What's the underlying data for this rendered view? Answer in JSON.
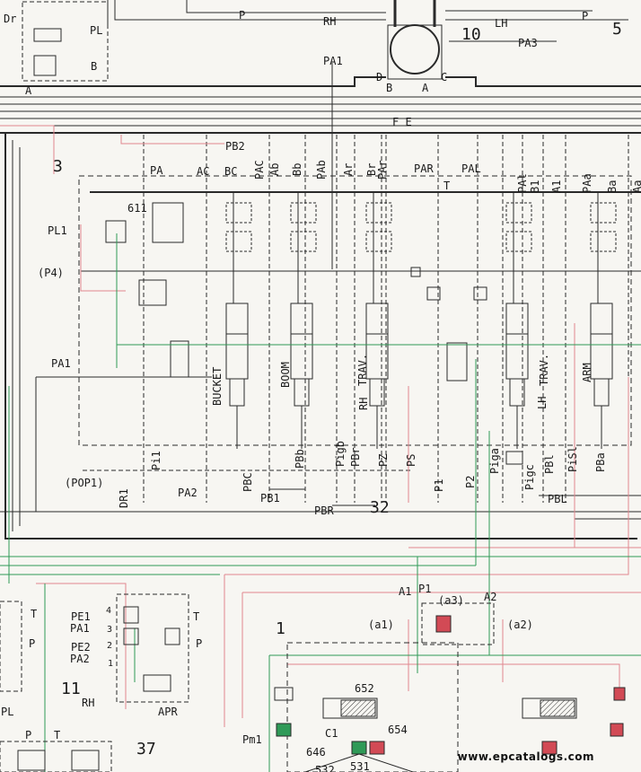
{
  "diagram": {
    "colors": {
      "black": "#2a2a2a",
      "red": "#e0878f",
      "green": "#2f9a57"
    },
    "section_labels": {
      "dr": "Dr",
      "p_top_left": "P",
      "rh_top": "RH",
      "lh_top": "LH",
      "p_top_right": "P",
      "swivel_id": "10",
      "callout_5": "5",
      "pl_top": "PL",
      "a_top": "A",
      "b_top": "B",
      "pa1_top": "PA1",
      "pa3": "PA3",
      "port_d": "D",
      "port_b": "B",
      "port_a": "A",
      "port_c": "C",
      "fe": "F E",
      "callout_3": "3",
      "pb2": "PB2",
      "pa": "PA",
      "ac": "AC",
      "bc": "BC",
      "pac": "PAC",
      "ab": "Ab",
      "bb": "Bb",
      "pab": "PAb",
      "ar": "Ar",
      "br": "Br",
      "par_v": "PAr",
      "par": "PAR",
      "pal": "PAL",
      "t_mid": "T",
      "pal_v": "PAl",
      "b1": "B1",
      "a1_v": "A1",
      "pal2": "PAa",
      "ba": "Ba",
      "aa": "Aa",
      "pl1": "PL1",
      "valve_611": "611",
      "p4": "(P4)",
      "pa1_left": "PA1",
      "pop1": "(POP1)",
      "bucket": "BUCKET",
      "boom": "BOOM",
      "trav_r": "TRAV.",
      "rh_v": "RH",
      "trav_l": "TRAV.",
      "lh_v": "LH",
      "arm": "ARM",
      "pi1": "Pi1",
      "dr1": "DR1",
      "pbc": "PBC",
      "pa2": "PA2",
      "pbb": "PBb",
      "pb1": "PB1",
      "pigb": "Pigb",
      "pbr": "PBr",
      "pz": "PZ",
      "ps": "PS",
      "p1": "P1",
      "p2": "P2",
      "piga": "Piga",
      "pigc": "Pigc",
      "pbl_v": "PBl",
      "pisl": "PiSl",
      "pba": "PBa",
      "pbr2": "PBR",
      "callout_32": "32",
      "pbl": "PBL",
      "a1": "A1",
      "p1b": "P1",
      "a3": "(a3)",
      "a2": "A2",
      "a1p": "(a1)",
      "a2p": "(a2)",
      "pe1": "PE1",
      "pa1b": "PA1",
      "pe2": "PE2",
      "pa2b": "PA2",
      "n4": "4",
      "n3": "3",
      "n2": "2",
      "n1": "1",
      "t_l": "T",
      "p_l": "P",
      "t_r": "T",
      "p_r": "P",
      "callout_11": "11",
      "rh_sub": "RH",
      "apr": "APR",
      "pl_bot": "PL",
      "callout_1": "1",
      "valve_652": "652",
      "pm1": "Pm1",
      "c1": "C1",
      "valve_654": "654",
      "valve_646": "646",
      "p_bot": "P",
      "t_bot": "T",
      "callout_37": "37",
      "valve_531": "531",
      "valve_532": "532"
    }
  },
  "watermark": "www.epcatalogs.com"
}
